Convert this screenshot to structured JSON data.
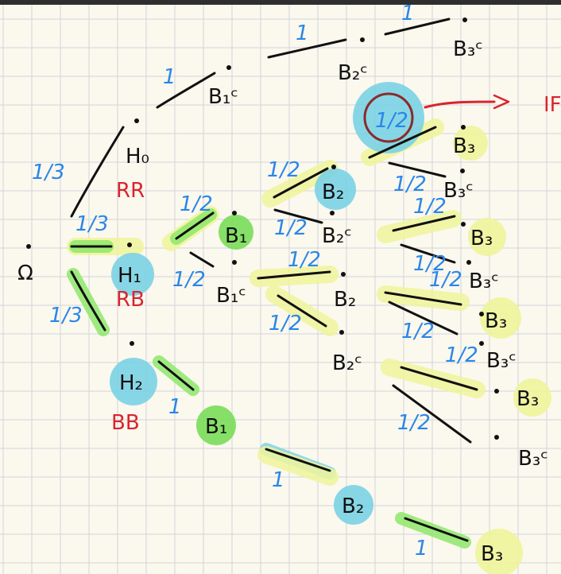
{
  "labels": {
    "omega": "Ω",
    "h0": "H₀",
    "h1": "H₁",
    "h2": "H₂",
    "rr": "RR",
    "rb": "RB",
    "bb": "BB",
    "b1": "B₁",
    "b1c": "B₁ᶜ",
    "b2": "B₂",
    "b2c": "B₂ᶜ",
    "b3": "B₃",
    "b3c": "B₃ᶜ",
    "if": "IF"
  },
  "probabilities": {
    "third": "1/3",
    "half": "1/2",
    "one": "1"
  },
  "colors": {
    "ink": "#111111",
    "probability": "#2a86e8",
    "annotation": "#d9252f",
    "highlight_yellow": "#eef49a",
    "highlight_green": "#8ee86a",
    "highlight_blue": "#7fd3e6"
  }
}
